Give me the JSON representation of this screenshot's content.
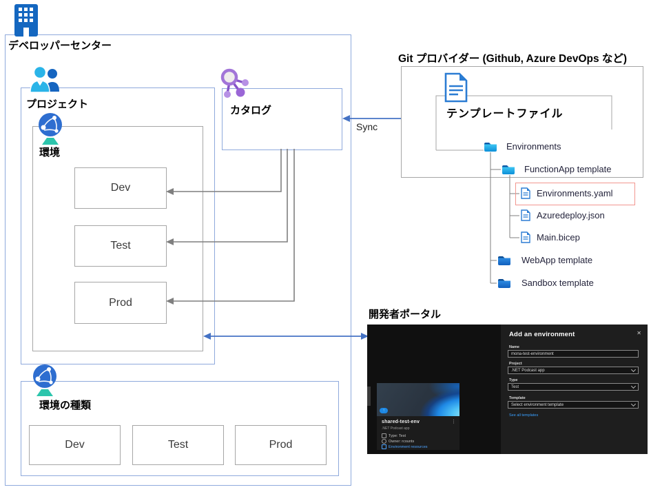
{
  "dev_center": {
    "label": "デベロッパーセンター"
  },
  "project": {
    "label": "プロジェクト"
  },
  "environment": {
    "label": "環境",
    "boxes": [
      "Dev",
      "Test",
      "Prod"
    ]
  },
  "catalog": {
    "label": "カタログ"
  },
  "sync": {
    "label": "Sync"
  },
  "env_types": {
    "label": "環境の種類",
    "boxes": [
      "Dev",
      "Test",
      "Prod"
    ]
  },
  "git": {
    "title": "Git プロバイダー (Github, Azure DevOps など)",
    "template_file_label": "テンプレートファイル",
    "tree": [
      {
        "name": "Environments",
        "type": "folder"
      },
      {
        "name": "FunctionApp template",
        "type": "folder"
      },
      {
        "name": "Environments.yaml",
        "type": "file",
        "highlighted": true
      },
      {
        "name": "Azuredeploy.json",
        "type": "file"
      },
      {
        "name": "Main.bicep",
        "type": "file"
      },
      {
        "name": "WebApp template",
        "type": "folder"
      },
      {
        "name": "Sandbox template",
        "type": "folder"
      }
    ]
  },
  "portal": {
    "title": "開発者ポータル",
    "panel": {
      "title": "Add an environment",
      "close": "✕",
      "fields": [
        {
          "label": "Name",
          "value": "mona-test-environment",
          "control": "input"
        },
        {
          "label": "Project",
          "value": ".NET Podcast app",
          "control": "select"
        },
        {
          "label": "Type",
          "value": "Test",
          "control": "select"
        },
        {
          "label": "Template",
          "value": "Select environment template",
          "control": "select"
        }
      ],
      "link": "See all templates"
    },
    "card": {
      "title": "shared-test-env",
      "subtitle": ".NET Podcast app",
      "type_row": "Type: Test",
      "owner_row": "Owner: rcounts",
      "link": "Environment resources",
      "menu": "⋮"
    }
  },
  "colors": {
    "border_blue": "#8ea9dc",
    "border_gray": "#a6a6a6",
    "arrow_gray": "#7f7f7f",
    "arrow_blue": "#4472c4",
    "highlight_red": "#f2968f",
    "icon_blue": "#1467c0",
    "icon_cyan": "#2ab4e8",
    "icon_teal": "#2cc5ac",
    "icon_purple": "#9a66d6",
    "folder_cyan": "#1fa7e8",
    "folder_blue": "#1f74cf",
    "link_blue": "#3aa0ff"
  }
}
